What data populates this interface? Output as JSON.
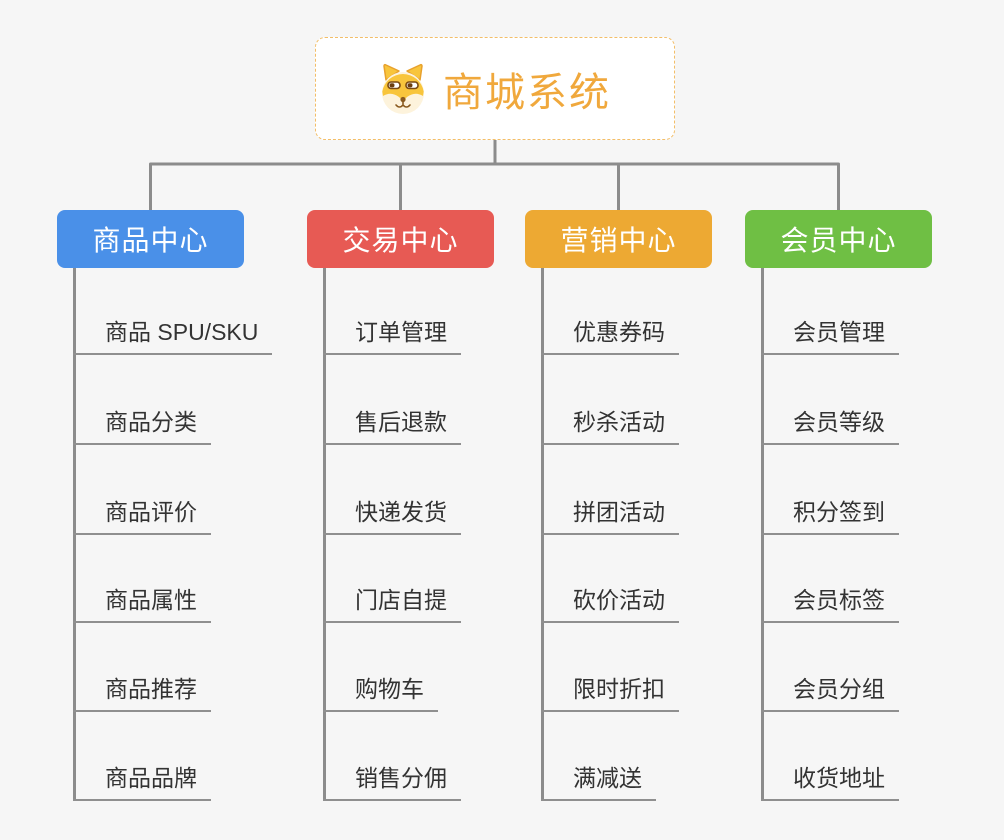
{
  "page": {
    "background": "#F6F6F6",
    "connector_color": "#8C8C8C",
    "underline_color": "#8F8F8F",
    "leaf_text_color": "#333333"
  },
  "root": {
    "title": "商城系统",
    "icon": "dog-face-icon",
    "background": "#FFFFFF",
    "border_color": "#F3BE68",
    "text_color": "#F0A83C"
  },
  "branches": [
    {
      "label": "商品中心",
      "color": "#4A90E8",
      "text_color": "#FFFFFF",
      "children": [
        "商品 SPU/SKU",
        "商品分类",
        "商品评价",
        "商品属性",
        "商品推荐",
        "商品品牌"
      ]
    },
    {
      "label": "交易中心",
      "color": "#E75A54",
      "text_color": "#FFFFFF",
      "children": [
        "订单管理",
        "售后退款",
        "快递发货",
        "门店自提",
        "购物车",
        "销售分佣"
      ]
    },
    {
      "label": "营销中心",
      "color": "#EDA933",
      "text_color": "#FFFFFF",
      "children": [
        "优惠券码",
        "秒杀活动",
        "拼团活动",
        "砍价活动",
        "限时折扣",
        "满减送"
      ]
    },
    {
      "label": "会员中心",
      "color": "#6FBF44",
      "text_color": "#FFFFFF",
      "children": [
        "会员管理",
        "会员等级",
        "积分签到",
        "会员标签",
        "会员分组",
        "收货地址"
      ]
    }
  ]
}
